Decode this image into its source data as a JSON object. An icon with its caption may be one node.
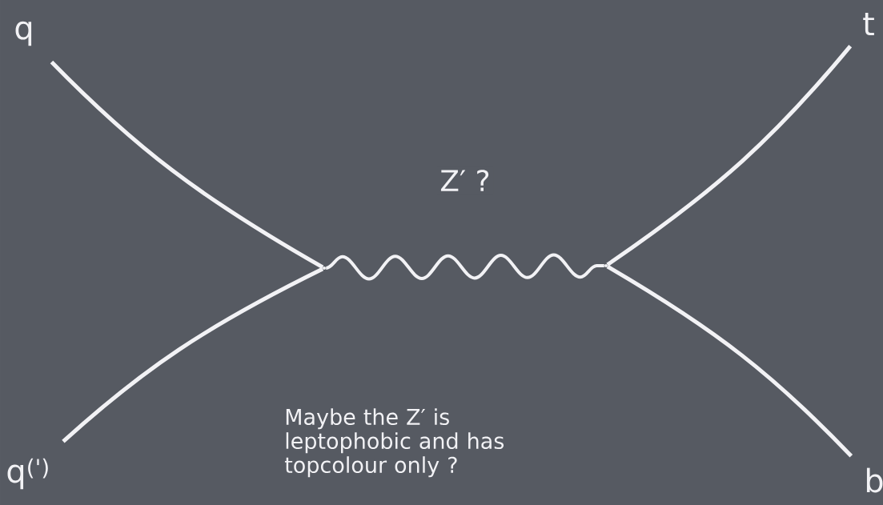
{
  "diagram": {
    "nodes": [
      {
        "text": [
          "q"
        ]
      },
      {
        "text": [
          "q$^{(')}$"
        ]
      },
      {
        "text": [
          "t"
        ]
      },
      {
        "text": [
          "b"
        ]
      },
      {
        "text": [],
        "shape": "circle"
      },
      {
        "text": [],
        "shape": "circle"
      }
    ],
    "edges": [
      {
        "from": 0,
        "to": 4,
        "arrow": "none"
      },
      {
        "from": 1,
        "to": 4,
        "arrow": "none"
      },
      {
        "from": 4,
        "to": 5,
        "arrow": "none",
        "label": "Z′ ?"
      },
      {
        "from": 5,
        "to": 2,
        "arrow": "none"
      },
      {
        "from": 5,
        "to": 3,
        "arrow": "none"
      }
    ],
    "labels": [
      "Maybe the Z′ is leptophobic and has topcolour only ?"
    ]
  }
}
